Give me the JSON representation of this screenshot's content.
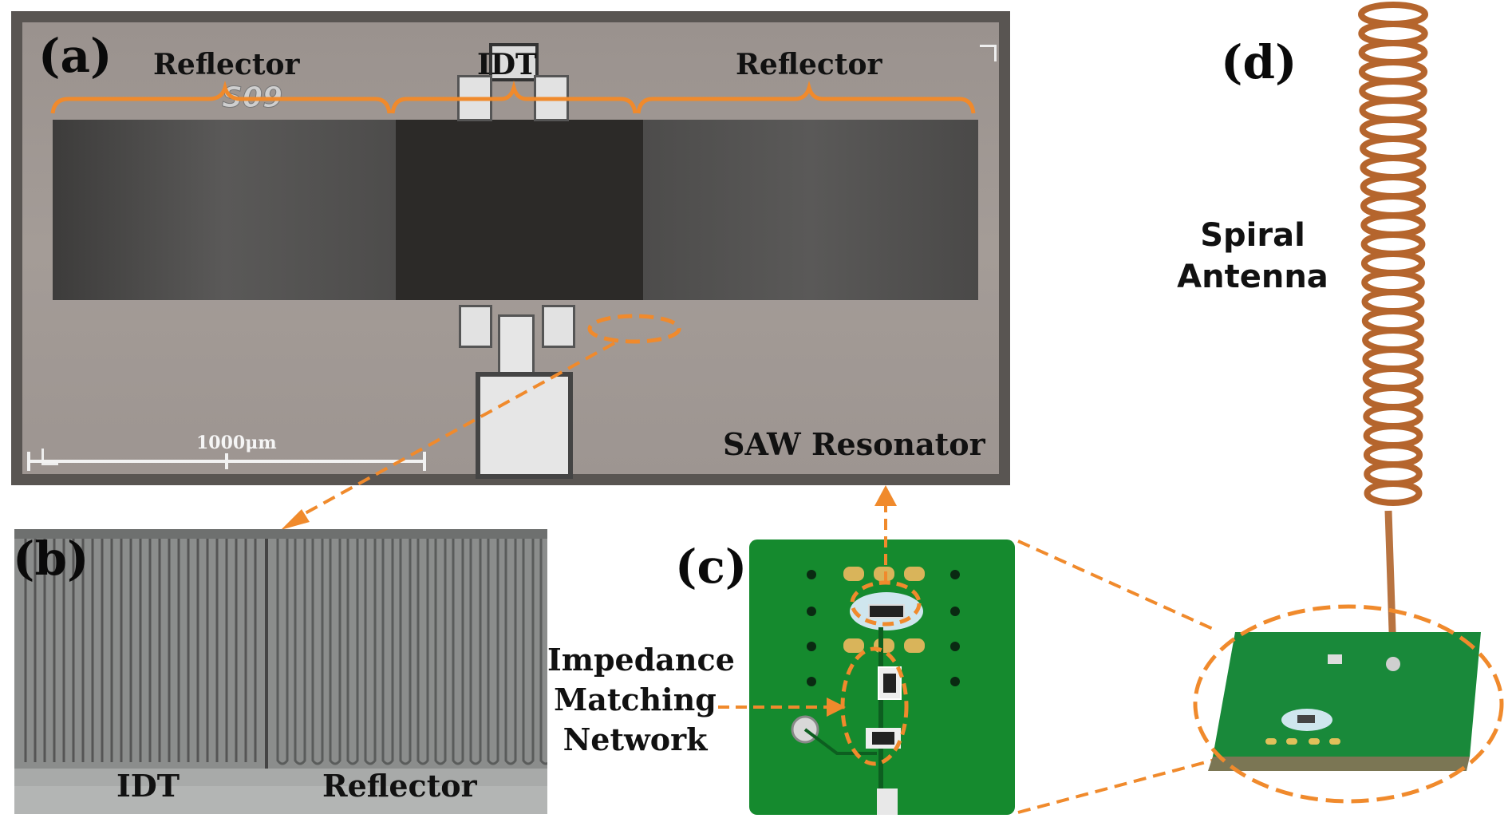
{
  "panel_a": {
    "letter": "(a)",
    "label_left_reflector": "Reflector",
    "label_idt": "IDT",
    "label_right_reflector": "Reflector",
    "die_mark": "S09",
    "scale_bar": "1000μm",
    "caption": "SAW Resonator"
  },
  "panel_b": {
    "letter": "(b)",
    "label_idt": "IDT",
    "label_reflector": "Reflector"
  },
  "panel_c": {
    "letter": "(c)",
    "callout_line1": "Impedance",
    "callout_line2": "Matching",
    "callout_line3": "Network"
  },
  "panel_d": {
    "letter": "(d)",
    "antenna_line1": "Spiral",
    "antenna_line2": "Antenna"
  },
  "colors": {
    "annotation_orange": "#f08a2c",
    "pcb_green": "#158a2e",
    "copper": "#b5652d"
  }
}
